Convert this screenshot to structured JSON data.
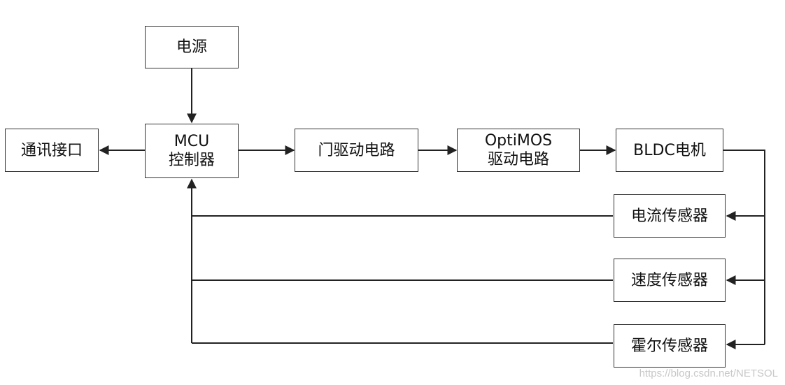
{
  "diagram": {
    "nodes": {
      "power": {
        "label": "电源"
      },
      "comm": {
        "label": "通讯接口"
      },
      "mcu": {
        "line1": "MCU",
        "line2": "控制器"
      },
      "gate_driver": {
        "label": "门驱动电路"
      },
      "optimos": {
        "line1": "OptiMOS",
        "line2": "驱动电路"
      },
      "bldc": {
        "label": "BLDC电机"
      },
      "current_sensor": {
        "label": "电流传感器"
      },
      "speed_sensor": {
        "label": "速度传感器"
      },
      "hall_sensor": {
        "label": "霍尔传感器"
      }
    },
    "edges": [
      {
        "from": "power",
        "to": "mcu"
      },
      {
        "from": "mcu",
        "to": "comm"
      },
      {
        "from": "mcu",
        "to": "gate_driver"
      },
      {
        "from": "gate_driver",
        "to": "optimos"
      },
      {
        "from": "optimos",
        "to": "bldc"
      },
      {
        "from": "bldc",
        "to": "current_sensor"
      },
      {
        "from": "bldc",
        "to": "speed_sensor"
      },
      {
        "from": "bldc",
        "to": "hall_sensor"
      },
      {
        "from": "current_sensor",
        "to": "mcu"
      },
      {
        "from": "speed_sensor",
        "to": "mcu"
      },
      {
        "from": "hall_sensor",
        "to": "mcu"
      }
    ],
    "colors": {
      "stroke": "#333333",
      "watermark": "#c8c8c8"
    }
  },
  "watermark": "https://blog.csdn.net/NETSOL"
}
